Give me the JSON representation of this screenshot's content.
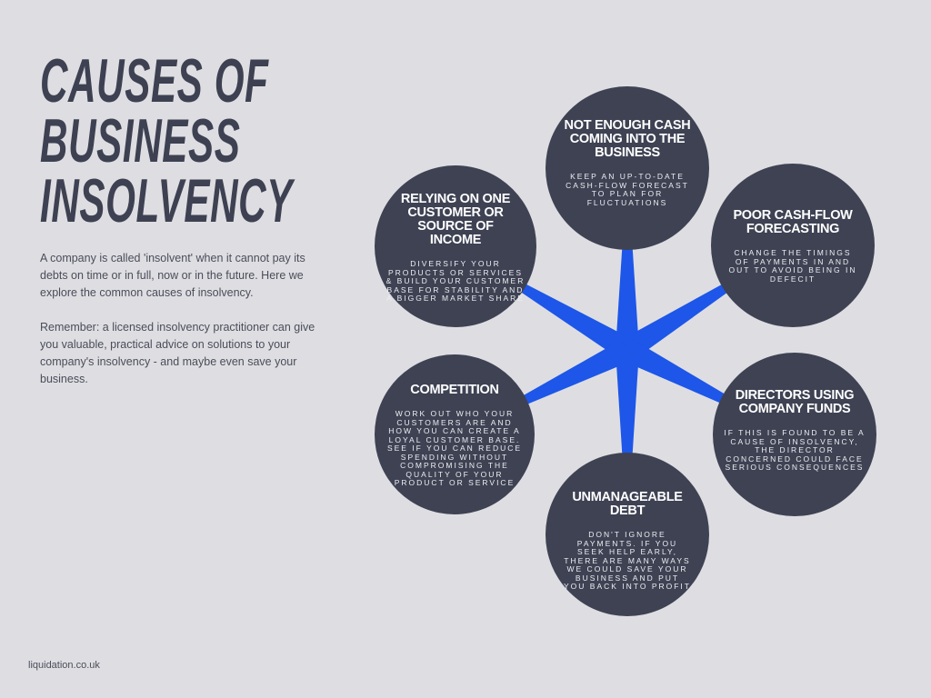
{
  "title_lines": [
    "CAUSES OF",
    "BUSINESS",
    "INSOLVENCY"
  ],
  "intro": [
    "A company is called 'insolvent' when it cannot pay its debts on time or in full, now or in the future. Here we explore the common causes of insolvency.",
    "Remember: a licensed insolvency practitioner can give you valuable, practical advice on solutions to your company's insolvency - and maybe even save your business."
  ],
  "footer": "liquidation.co.uk",
  "colors": {
    "background": "#dedee2",
    "circle": "#3e4253",
    "star": "#1d56e8",
    "title": "#3d4152"
  },
  "causes": [
    {
      "heading": "NOT ENOUGH CASH COMING INTO THE BUSINESS",
      "advice": "KEEP AN UP-TO-DATE CASH-FLOW FORECAST TO PLAN FOR FLUCTUATIONS"
    },
    {
      "heading": "RELYING ON ONE CUSTOMER OR SOURCE OF INCOME",
      "advice": "DIVERSIFY YOUR PRODUCTS OR SERVICES & BUILD YOUR CUSTOMER BASE FOR STABILITY AND A BIGGER MARKET SHARE"
    },
    {
      "heading": "POOR CASH-FLOW FORECASTING",
      "advice": "CHANGE THE TIMINGS OF PAYMENTS IN AND OUT TO AVOID BEING IN DEFECIT"
    },
    {
      "heading": "COMPETITION",
      "advice": "WORK OUT WHO YOUR CUSTOMERS ARE AND HOW YOU CAN CREATE A LOYAL CUSTOMER BASE. SEE IF YOU CAN REDUCE SPENDING WITHOUT COMPROMISING THE QUALITY OF YOUR PRODUCT OR SERVICE"
    },
    {
      "heading": "DIRECTORS USING COMPANY FUNDS",
      "advice": "IF THIS IS FOUND TO BE A CAUSE OF INSOLVENCY, THE DIRECTOR CONCERNED COULD FACE SERIOUS CONSEQUENCES"
    },
    {
      "heading": "UNMANAGEABLE DEBT",
      "advice": "DON'T IGNORE PAYMENTS. IF YOU SEEK HELP EARLY, THERE ARE MANY WAYS WE COULD SAVE YOUR BUSINESS AND PUT YOU BACK INTO PROFIT"
    }
  ]
}
